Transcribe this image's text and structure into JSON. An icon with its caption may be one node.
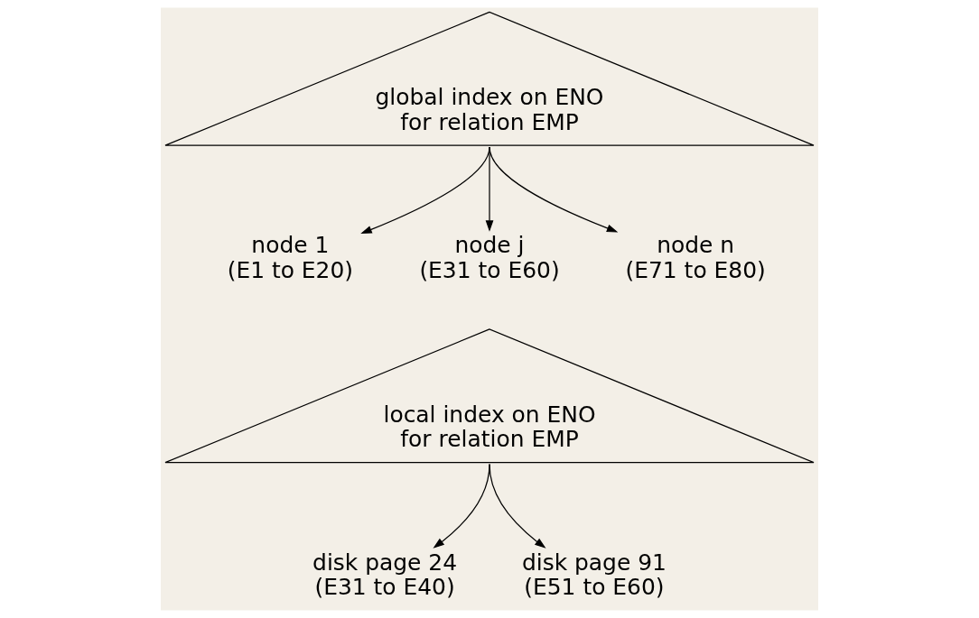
{
  "diagram": {
    "nodes": [
      {
        "text": [
          "global index on ENO for relation EMP"
        ]
      },
      {
        "text": [
          "node 1",
          "(E1 to E20)"
        ]
      },
      {
        "text": [
          "node j",
          "(E31 to E60)"
        ]
      },
      {
        "text": [
          "node n",
          "(E71 to E80)"
        ]
      },
      {
        "text": [
          "local index on ENO for relation EMP"
        ]
      },
      {
        "text": [
          "disk page 24",
          "(E31 to E40)"
        ]
      },
      {
        "text": [
          "disk page 91",
          "(E51 to E60)"
        ]
      }
    ],
    "edges": [
      {
        "from": 0,
        "to": 1,
        "arrow": "to"
      },
      {
        "from": 0,
        "to": 2,
        "arrow": "to"
      },
      {
        "from": 0,
        "to": 3,
        "arrow": "to"
      },
      {
        "from": 4,
        "to": 5,
        "arrow": "to"
      },
      {
        "from": 4,
        "to": 6,
        "arrow": "to"
      }
    ]
  }
}
